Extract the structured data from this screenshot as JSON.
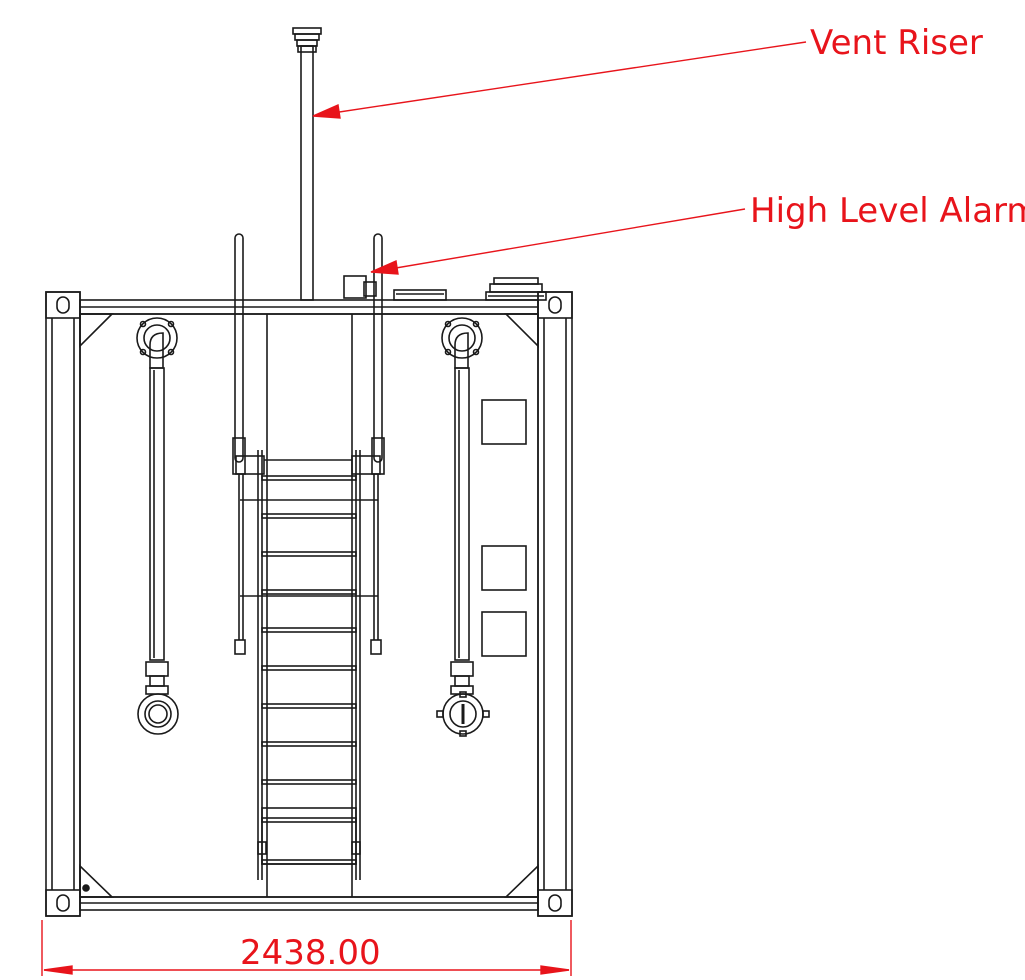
{
  "drawing": {
    "callouts": {
      "vent_riser": "Vent Riser",
      "high_level_alarm": "High Level Alarm"
    },
    "dimensions": {
      "overall_width": "2438.00"
    },
    "colors": {
      "line": "#1a1a1a",
      "annotation": "#e8141b",
      "background": "#ffffff"
    }
  }
}
